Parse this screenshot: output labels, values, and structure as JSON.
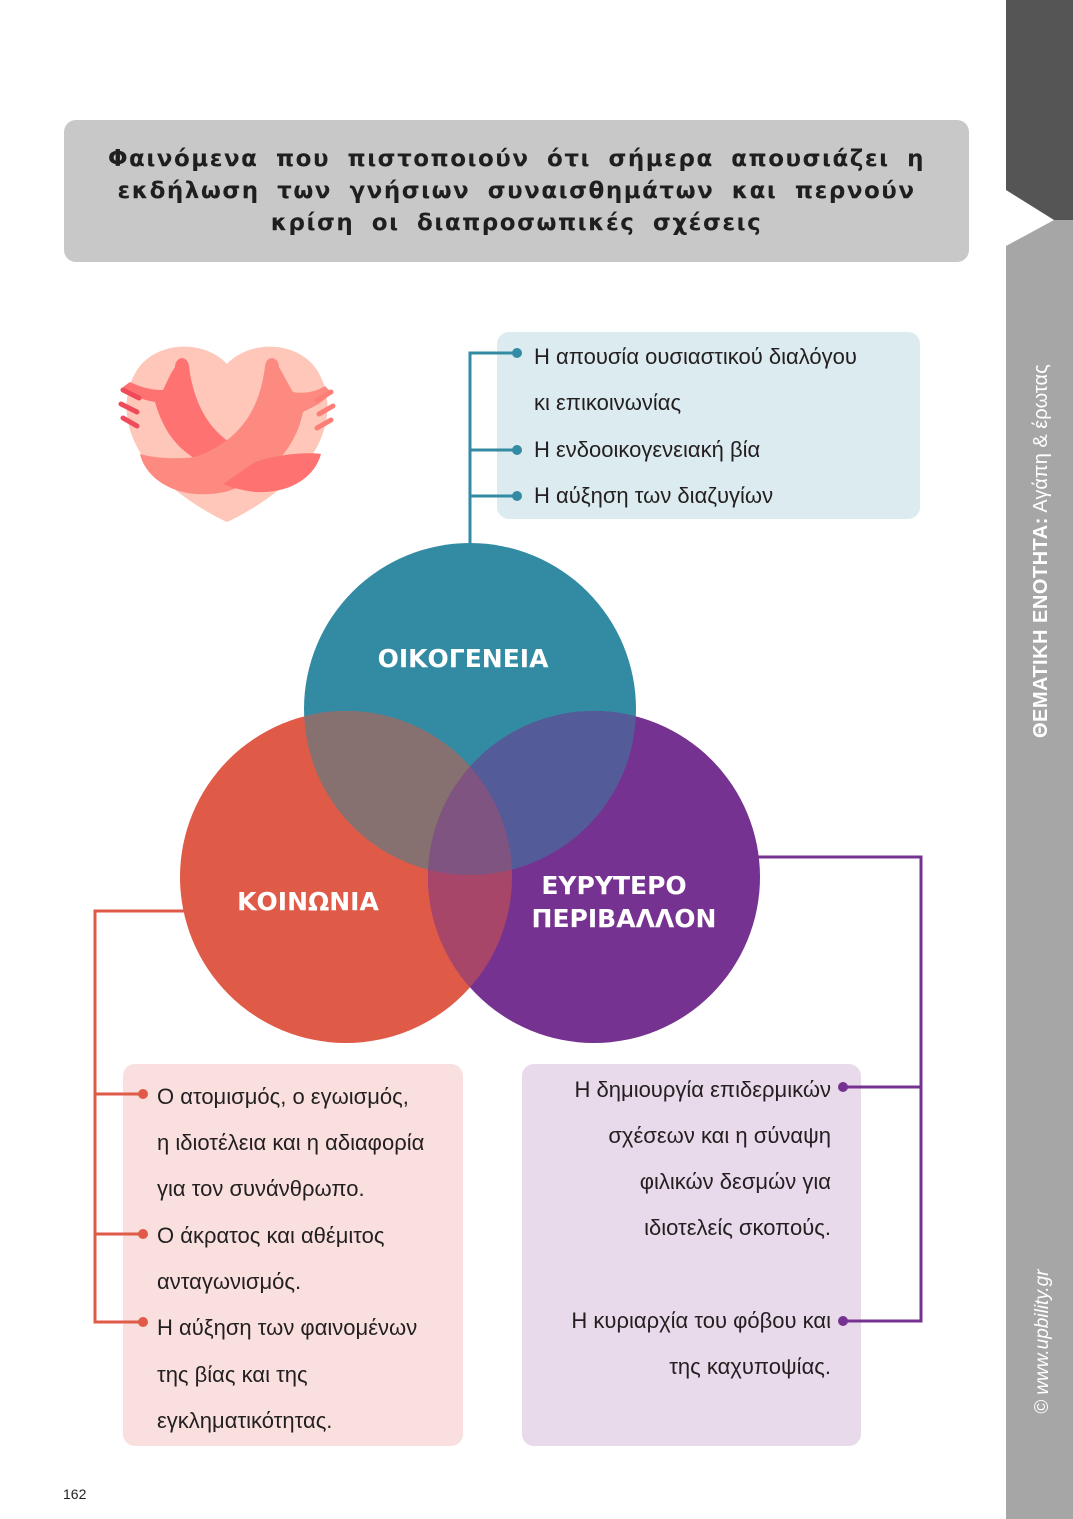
{
  "title": "Φαινόμενα που πιστοποιούν ότι σήμερα απουσιάζει η εκδήλωση των γνήσιων συναισθημάτων και περνούν κρίση οι διαπροσωπικές σχέσεις",
  "sidebar": {
    "section_label": "ΘΕΜΑΤΙΚΗ ΕΝΟΤΗΤΑ:",
    "section_topic": "Αγάπη & έρωτας",
    "copyright": "© www.upbility.gr"
  },
  "venn": {
    "family": "ΟΙΚΟΓΕΝΕΙΑ",
    "society": "ΚΟΙΝΩΝΙΑ",
    "wider_env_line1": "ΕΥΡΥΤΕΡΟ",
    "wider_env_line2": "ΠΕΡΙΒΑΛΛΟΝ"
  },
  "family_box": {
    "lines": [
      "Η απουσία ουσιαστικού διαλόγου",
      "κι επικοινωνίας",
      "Η ενδοοικογενειακή βία",
      "Η αύξηση των διαζυγίων"
    ]
  },
  "society_box": {
    "lines": [
      "Ο ατομισμός, ο εγωισμός,",
      "η ιδιοτέλεια και η αδιαφορία",
      "για τον συνάνθρωπο.",
      "Ο άκρατος και αθέμιτος",
      "ανταγωνισμός.",
      "Η αύξηση των φαινομένων",
      "της βίας και της",
      "εγκληματικότητας."
    ]
  },
  "wider_box": {
    "lines": [
      "Η δημιουργία επιδερμικών",
      "σχέσεων και η σύναψη",
      "φιλικών δεσμών για",
      "ιδιοτελείς σκοπούς.",
      "Η κυριαρχία του φόβου και",
      "της καχυποψίας."
    ]
  },
  "page_number": "162",
  "colors": {
    "teal": "#338ba3",
    "red": "#e05a48",
    "purple": "#763290",
    "title_bg": "#c8c8c8",
    "sidebar_dark": "#555555",
    "sidebar_light": "#a6a6a6"
  }
}
